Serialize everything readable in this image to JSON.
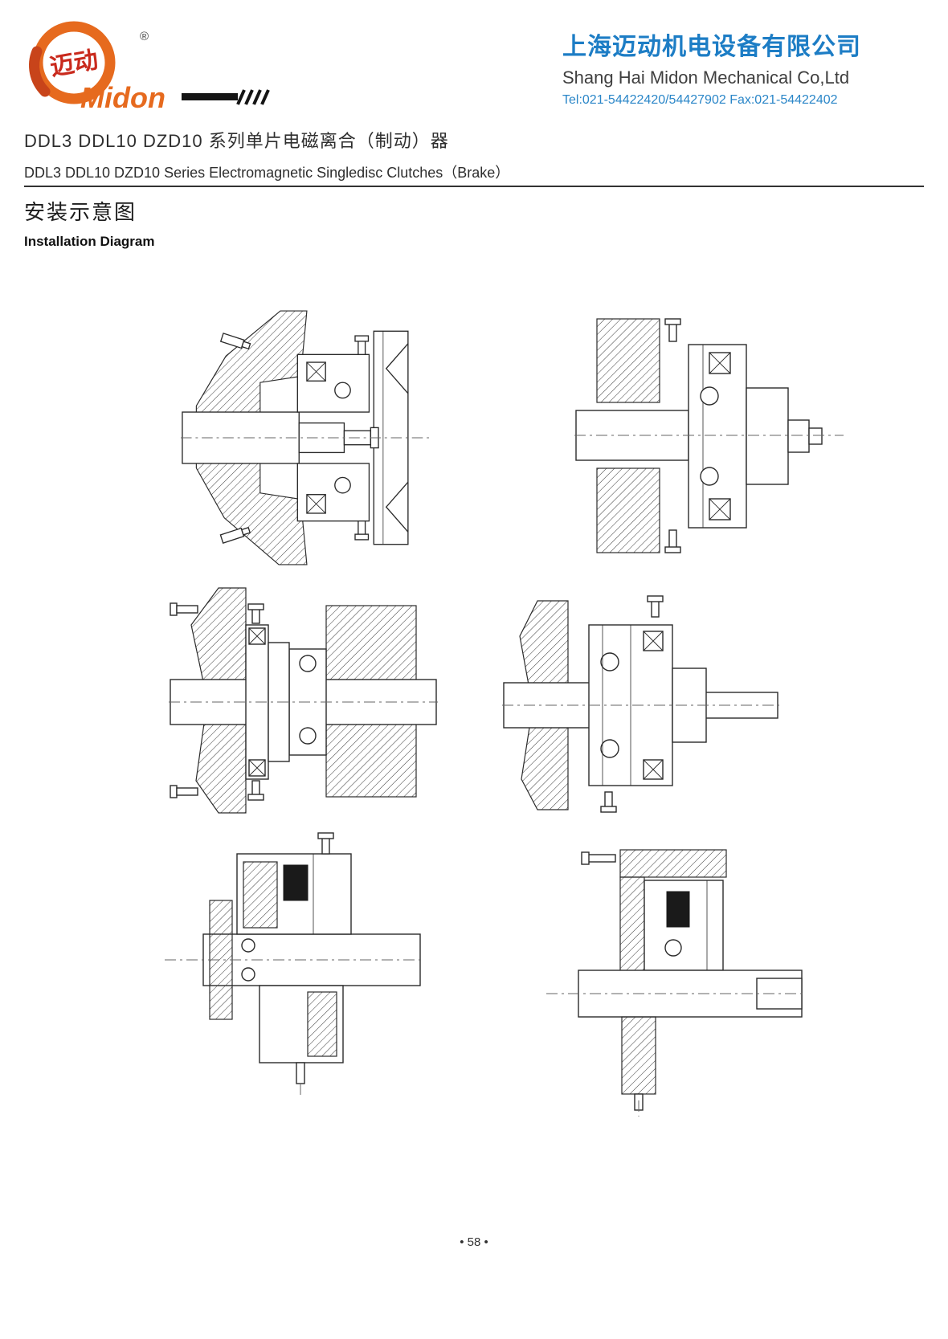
{
  "header": {
    "logo": {
      "brand_cn": "迈动",
      "brand_en": "Midon",
      "registered_mark": "®"
    },
    "company": {
      "name_cn": "上海迈动机电设备有限公司",
      "name_en": "Shang Hai Midon Mechanical Co,Ltd",
      "contact": "Tel:021-54422420/54427902 Fax:021-54422402"
    }
  },
  "document": {
    "title_cn": "DDL3 DDL10 DZD10 系列单片电磁离合（制动）器",
    "title_en": "DDL3 DDL10 DZD10 Series Electromagnetic Singledisc Clutches（Brake）",
    "section_title_cn": "安装示意图",
    "section_title_en": "Installation Diagram"
  },
  "footer": {
    "page_number": "• 58 •"
  },
  "colors": {
    "company_blue": "#1d7dc5",
    "contact_blue": "#2a86c8",
    "brand_orange": "#e66a1e",
    "brand_red": "#c92a1d",
    "rule_dark": "#333333"
  }
}
